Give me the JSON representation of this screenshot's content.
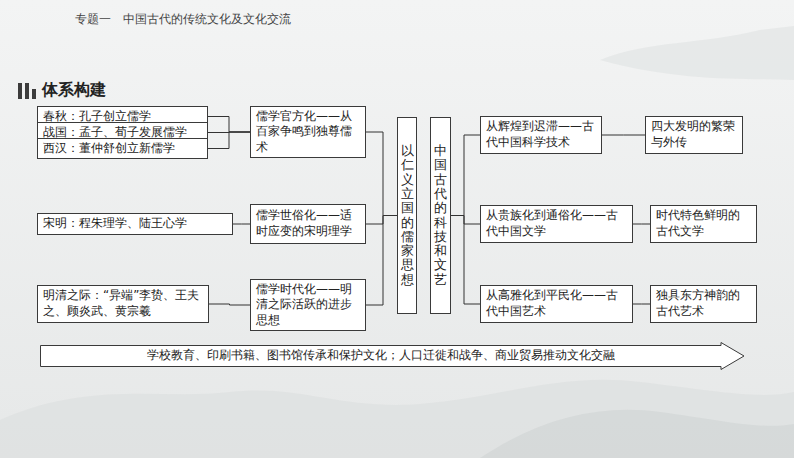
{
  "diagram": {
    "title": "专题一　中国古代的传统文化及文化交流",
    "nodes": [
      {
        "text": [
          "春秋：孔子创立儒学"
        ]
      },
      {
        "text": [
          "战国：孟子、荀子发展儒学"
        ]
      },
      {
        "text": [
          "西汉：董仲舒创立新儒学"
        ]
      },
      {
        "text": [
          "儒学官方化——从百家争鸣到独尊儒术"
        ]
      },
      {
        "text": [
          "宋明：程朱理学、陆王心学"
        ]
      },
      {
        "text": [
          "儒学世俗化——适时应变的宋明理学"
        ]
      },
      {
        "text": [
          "明清之际：“异端”李贽、王夫之、顾炎武、黄宗羲"
        ]
      },
      {
        "text": [
          "儒学时代化——明清之际活跃的进步思想"
        ]
      },
      {
        "text": [
          "以仁义立国的儒家思想"
        ]
      },
      {
        "text": [
          "中国古代的科技和文艺"
        ]
      },
      {
        "text": [
          "从辉煌到迟滞——古代中国科学技术"
        ]
      },
      {
        "text": [
          "四大发明的繁荣与外传"
        ]
      },
      {
        "text": [
          "从贵族化到通俗化——古代中国文学"
        ]
      },
      {
        "text": [
          "时代特色鲜明的古代文学"
        ]
      },
      {
        "text": [
          "从高雅化到平民化——古代中国艺术"
        ]
      },
      {
        "text": [
          "独具东方神韵的古代艺术"
        ]
      },
      {
        "text": [
          "学校教育、印刷书籍、图书馆传承和保护文化；人口迁徙和战争、商业贸易推动文化交融"
        ]
      }
    ],
    "edges": [
      {
        "from": 0,
        "to": 3,
        "arrow": "none"
      },
      {
        "from": 1,
        "to": 3,
        "arrow": "none"
      },
      {
        "from": 2,
        "to": 3,
        "arrow": "none"
      },
      {
        "from": 4,
        "to": 5,
        "arrow": "none"
      },
      {
        "from": 6,
        "to": 7,
        "arrow": "none"
      },
      {
        "from": 3,
        "to": 8,
        "arrow": "none"
      },
      {
        "from": 5,
        "to": 8,
        "arrow": "none"
      },
      {
        "from": 7,
        "to": 8,
        "arrow": "none"
      },
      {
        "from": 9,
        "to": 10,
        "arrow": "none"
      },
      {
        "from": 9,
        "to": 12,
        "arrow": "none"
      },
      {
        "from": 9,
        "to": 14,
        "arrow": "none"
      },
      {
        "from": 10,
        "to": 11,
        "arrow": "none"
      },
      {
        "from": 12,
        "to": 13,
        "arrow": "none"
      },
      {
        "from": 14,
        "to": 15,
        "arrow": "none"
      }
    ],
    "labels": [
      "体系构建"
    ]
  }
}
